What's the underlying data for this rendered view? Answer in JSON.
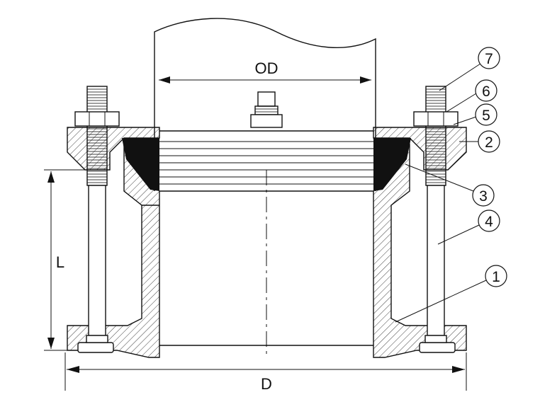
{
  "dimensions": {
    "od": "OD",
    "length": "L",
    "diameter": "D"
  },
  "callouts": [
    {
      "label": "1",
      "part": "body"
    },
    {
      "label": "2",
      "part": "gland"
    },
    {
      "label": "3",
      "part": "gasket"
    },
    {
      "label": "4",
      "part": "bolt"
    },
    {
      "label": "5",
      "part": "washer"
    },
    {
      "label": "6",
      "part": "nut"
    },
    {
      "label": "7",
      "part": "stud"
    }
  ],
  "colors": {
    "line": "#111111",
    "gasket": "#111111",
    "background": "#ffffff"
  }
}
